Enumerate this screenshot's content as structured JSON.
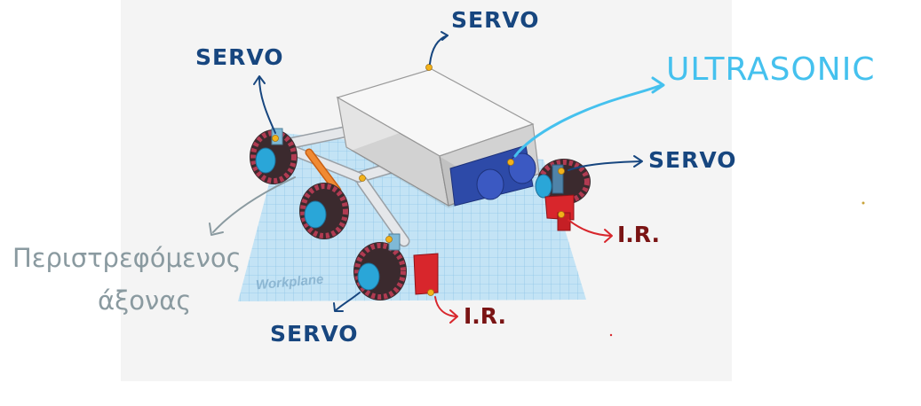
{
  "labels": {
    "servo_top": "SERVO",
    "servo_left": "SERVO",
    "servo_right": "SERVO",
    "servo_bottom": "SERVO",
    "ultrasonic": "ULTRASONIC",
    "ir_right": "I.R.",
    "ir_bottom": "I.R.",
    "axis_line1": "Περιστρεφόμενος",
    "axis_line2": "άξονας"
  },
  "workplane_text": "Workplane",
  "colors": {
    "servo_label": "#17467f",
    "ultrasonic_label": "#45c1ee",
    "ir_label": "#7a1414",
    "axis_label": "#8a9aa0",
    "workplane": "#bfe0f4",
    "body": "#eeeeee",
    "sensor": "#2d4aa8",
    "wheel_tread": "#a8354a",
    "wheel_hub": "#2aa6d8",
    "ir_sensor": "#d8262c",
    "pivot_axis": "#e07a25"
  }
}
